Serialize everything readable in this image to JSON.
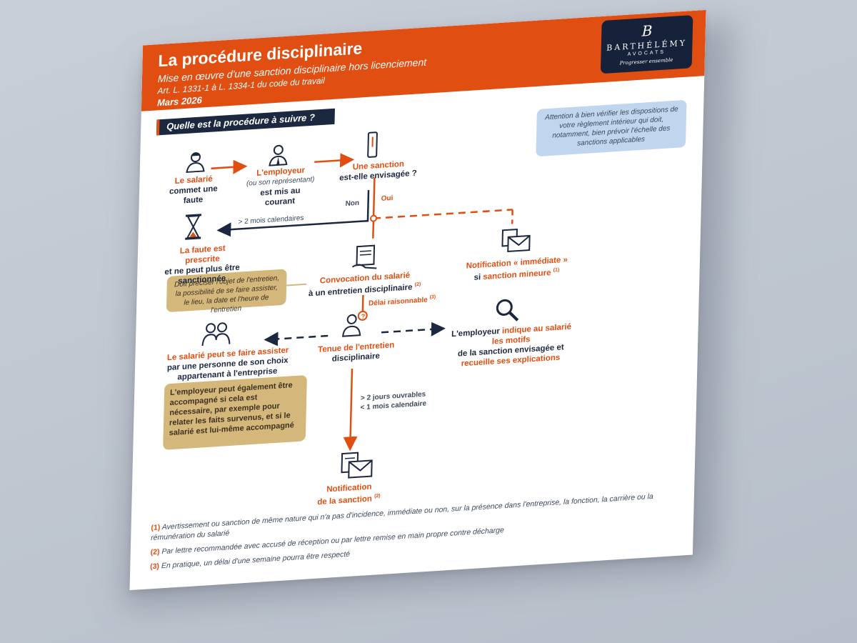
{
  "header": {
    "title": "La procédure disciplinaire",
    "subtitle": "Mise en œuvre d'une sanction disciplinaire hors licenciement",
    "articles": "Art. L. 1331-1 à L. 1334-1 du code du travail",
    "date": "Mars 2026"
  },
  "logo": {
    "monogram": "B",
    "name": "BARTHÉLÉMY",
    "sub": "AVOCATS",
    "tagline": "Progresser ensemble"
  },
  "section_title": "Quelle est la procédure à suivre ?",
  "notes": {
    "reglement": "Attention à bien vérifier les dispositions de votre règlement intérieur qui doit, notamment, bien prévoir l'échelle des sanctions applicables",
    "convocation": "Doit préciser l'objet de l'entretien, la possibilité de se faire assister, le lieu, la date et l'heure de l'entretien",
    "accompagne": "L'employeur peut également être accompagné si cela est nécessaire, par exemple pour relater les faits survenus, et si le salarié est lui-même accompagné"
  },
  "flow": {
    "salarie_a": "Le salarié",
    "salarie_b": "commet une faute",
    "employeur_a": "L'employeur",
    "employeur_b": "(ou son représentant)",
    "employeur_c": "est mis au courant",
    "sanction_a": "Une sanction",
    "sanction_b": "est-elle envisagée ?",
    "non": "Non",
    "oui": "Oui",
    "delai_prescription": "> 2 mois calendaires",
    "prescrite_a": "La faute est prescrite",
    "prescrite_b": "et ne peut plus être sanctionnée",
    "convocation_a": "Convocation du salarié",
    "convocation_b": "à un entretien disciplinaire",
    "convocation_sup": "(2)",
    "immediate_a": "Notification « immédiate »",
    "immediate_b": "si",
    "immediate_c": "sanction mineure",
    "immediate_sup": "(1)",
    "delai_raisonnable": "Délai raisonnable",
    "delai_sup": "(3)",
    "assister_a": "Le salarié peut se faire assister",
    "assister_b": "par une personne de son choix appartenant à l'entreprise",
    "entretien_a": "Tenue de l'entretien",
    "entretien_b": "disciplinaire",
    "motifs_a": "L'employeur",
    "motifs_b": "indique au salarié les motifs",
    "motifs_c": "de la sanction envisagée et",
    "motifs_d": "recueille ses explications",
    "delai_notif_a": "> 2 jours ouvrables",
    "delai_notif_b": "< 1 mois calendaire",
    "notif_a": "Notification",
    "notif_b": "de la sanction",
    "notif_sup": "(2)"
  },
  "footnotes": [
    {
      "num": "(1)",
      "text": "Avertissement ou sanction de même nature qui n'a pas d'incidence, immédiate ou non, sur la présence dans l'entreprise, la fonction, la carrière ou la rémunération du salarié"
    },
    {
      "num": "(2)",
      "text": "Par lettre recommandée avec accusé de réception ou par lettre remise en main propre contre décharge"
    },
    {
      "num": "(3)",
      "text": "En pratique, un délai d'une semaine pourra être respecté"
    }
  ],
  "colors": {
    "orange": "#e04e12",
    "navy": "#1c2840",
    "blue_note": "#bfd6ee",
    "gold_note": "#d4b77a"
  }
}
